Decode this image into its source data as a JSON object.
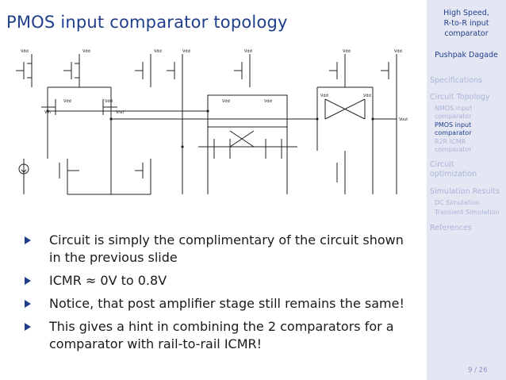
{
  "slide": {
    "title": "PMOS input comparator topology",
    "page": "9 / 26"
  },
  "circuit": {
    "vdd": "Vdd",
    "vin": "Vin",
    "vref": "Vref",
    "vout": "Vout"
  },
  "bullets": [
    {
      "line1": "Circuit is simply the complimentary of the circuit shown",
      "line2": "in the previous slide"
    },
    {
      "line1": "ICMR ≈ 0V  to 0.8V",
      "line2": ""
    },
    {
      "line1": "Notice, that post amplifier stage still remains the same!",
      "line2": ""
    },
    {
      "line1": "This gives a hint in combining the 2 comparators for a",
      "line2": "comparator with rail-to-rail ICMR!"
    }
  ],
  "sidebar": {
    "title_lines": [
      "High Speed,",
      "R-to-R input",
      "comparator"
    ],
    "author": "Pushpak Dagade",
    "sections": [
      {
        "label": "Specifications"
      },
      {
        "label": "Circuit Topology",
        "subs": [
          {
            "line1": "NMOS input",
            "line2": "comparator"
          },
          {
            "line1": "PMOS input",
            "line2": "comparator"
          },
          {
            "line1": "R2R ICMR",
            "line2": "comparator"
          }
        ]
      },
      {
        "label_line1": "Circuit",
        "label_line2": "optimization"
      },
      {
        "label": "Simulation Results",
        "subs": [
          {
            "line1": "DC Simulation"
          },
          {
            "line1": "Transient Simulation"
          }
        ]
      },
      {
        "label": "References"
      }
    ]
  }
}
